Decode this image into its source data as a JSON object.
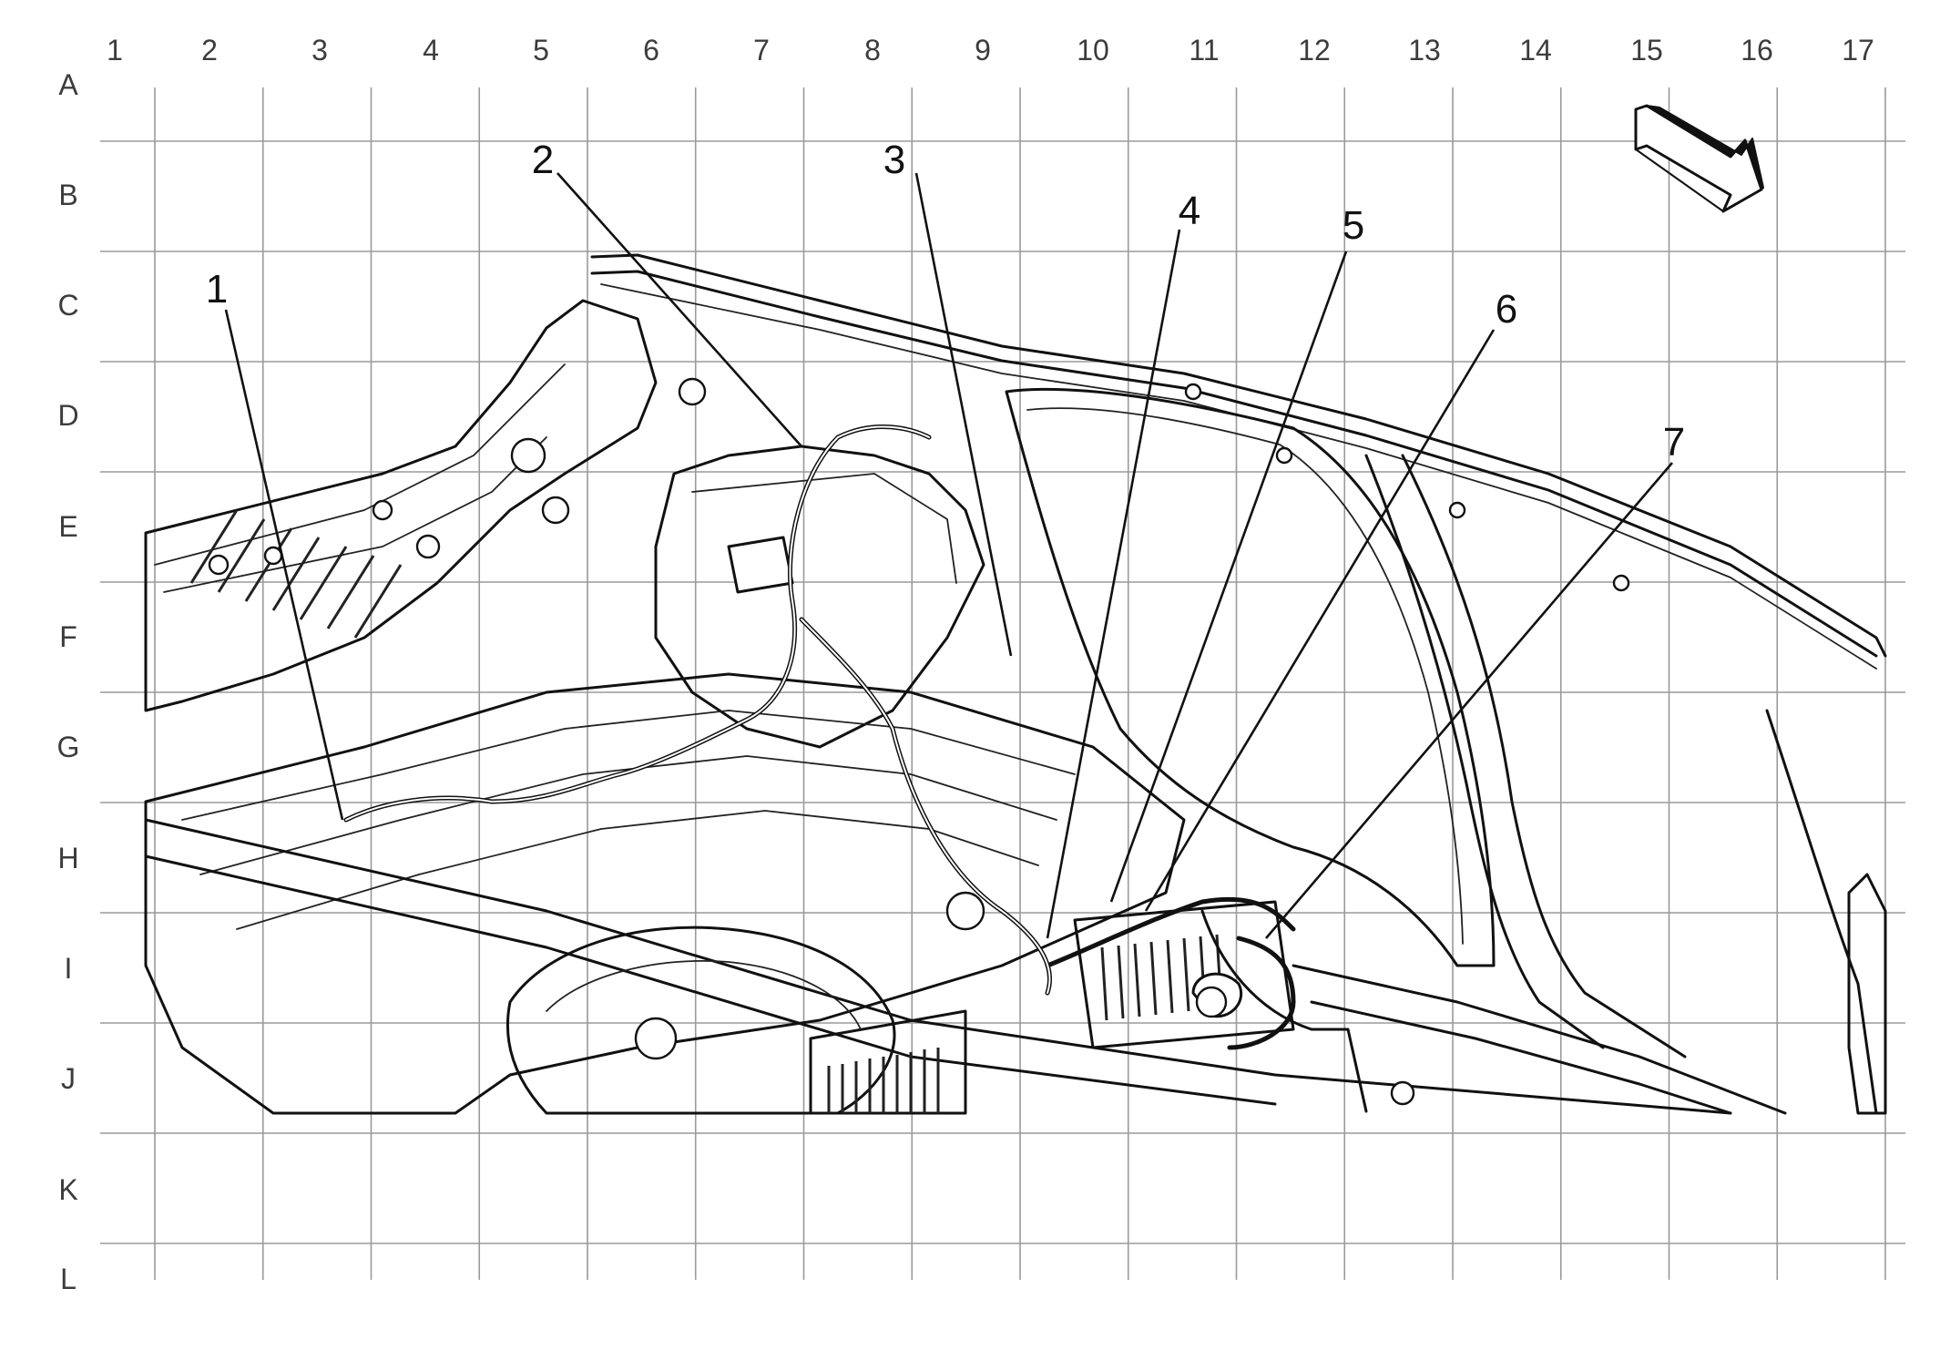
{
  "grid": {
    "columns": [
      "1",
      "2",
      "3",
      "4",
      "5",
      "6",
      "7",
      "8",
      "9",
      "10",
      "11",
      "12",
      "13",
      "14",
      "15",
      "16",
      "17"
    ],
    "rows": [
      "A",
      "B",
      "C",
      "D",
      "E",
      "F",
      "G",
      "H",
      "I",
      "J",
      "K",
      "L"
    ]
  },
  "callouts": [
    "1",
    "2",
    "3",
    "4",
    "5",
    "6",
    "7"
  ],
  "orientation_arrow": {
    "icon": "direction-arrow-icon"
  }
}
